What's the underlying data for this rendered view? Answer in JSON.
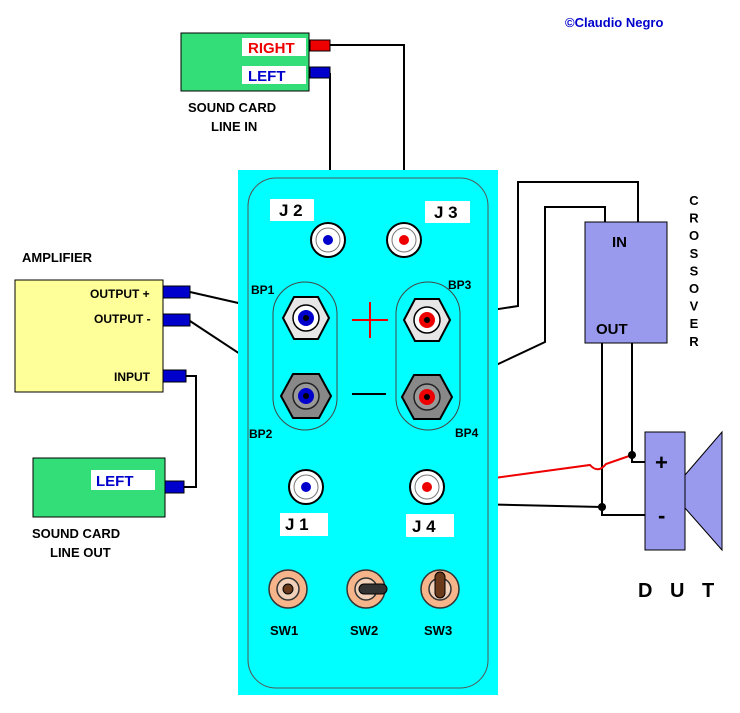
{
  "copyright": "©Claudio Negro",
  "sound_card_in": {
    "right_label": "RIGHT",
    "left_label": "LEFT",
    "caption_line1": "SOUND CARD",
    "caption_line2": "LINE IN"
  },
  "amplifier": {
    "title": "AMPLIFIER",
    "output_plus": "OUTPUT +",
    "output_minus": "OUTPUT -",
    "input": "INPUT"
  },
  "sound_card_out": {
    "left_label": "LEFT",
    "caption_line1": "SOUND CARD",
    "caption_line2": "LINE OUT"
  },
  "panel": {
    "jacks": {
      "j1": "J 1",
      "j2": "J 2",
      "j3": "J 3",
      "j4": "J 4"
    },
    "binding_posts": {
      "bp1": "BP1",
      "bp2": "BP2",
      "bp3": "BP3",
      "bp4": "BP4"
    },
    "switches": {
      "sw1": "SW1",
      "sw2": "SW2",
      "sw3": "SW3"
    }
  },
  "crossover": {
    "vertical_label": [
      "C",
      "R",
      "O",
      "S",
      "S",
      "O",
      "V",
      "E",
      "R"
    ],
    "in_label": "IN",
    "out_label": "OUT"
  },
  "dut": {
    "label": "D U T",
    "plus": "+",
    "minus": "-"
  },
  "colors": {
    "panel": "#00ffff",
    "sound_card": "#33dd77",
    "amplifier": "#ffff99",
    "crossover": "#9999ee",
    "jack_blue": "#0000cc",
    "wire_red": "#ee0000"
  }
}
